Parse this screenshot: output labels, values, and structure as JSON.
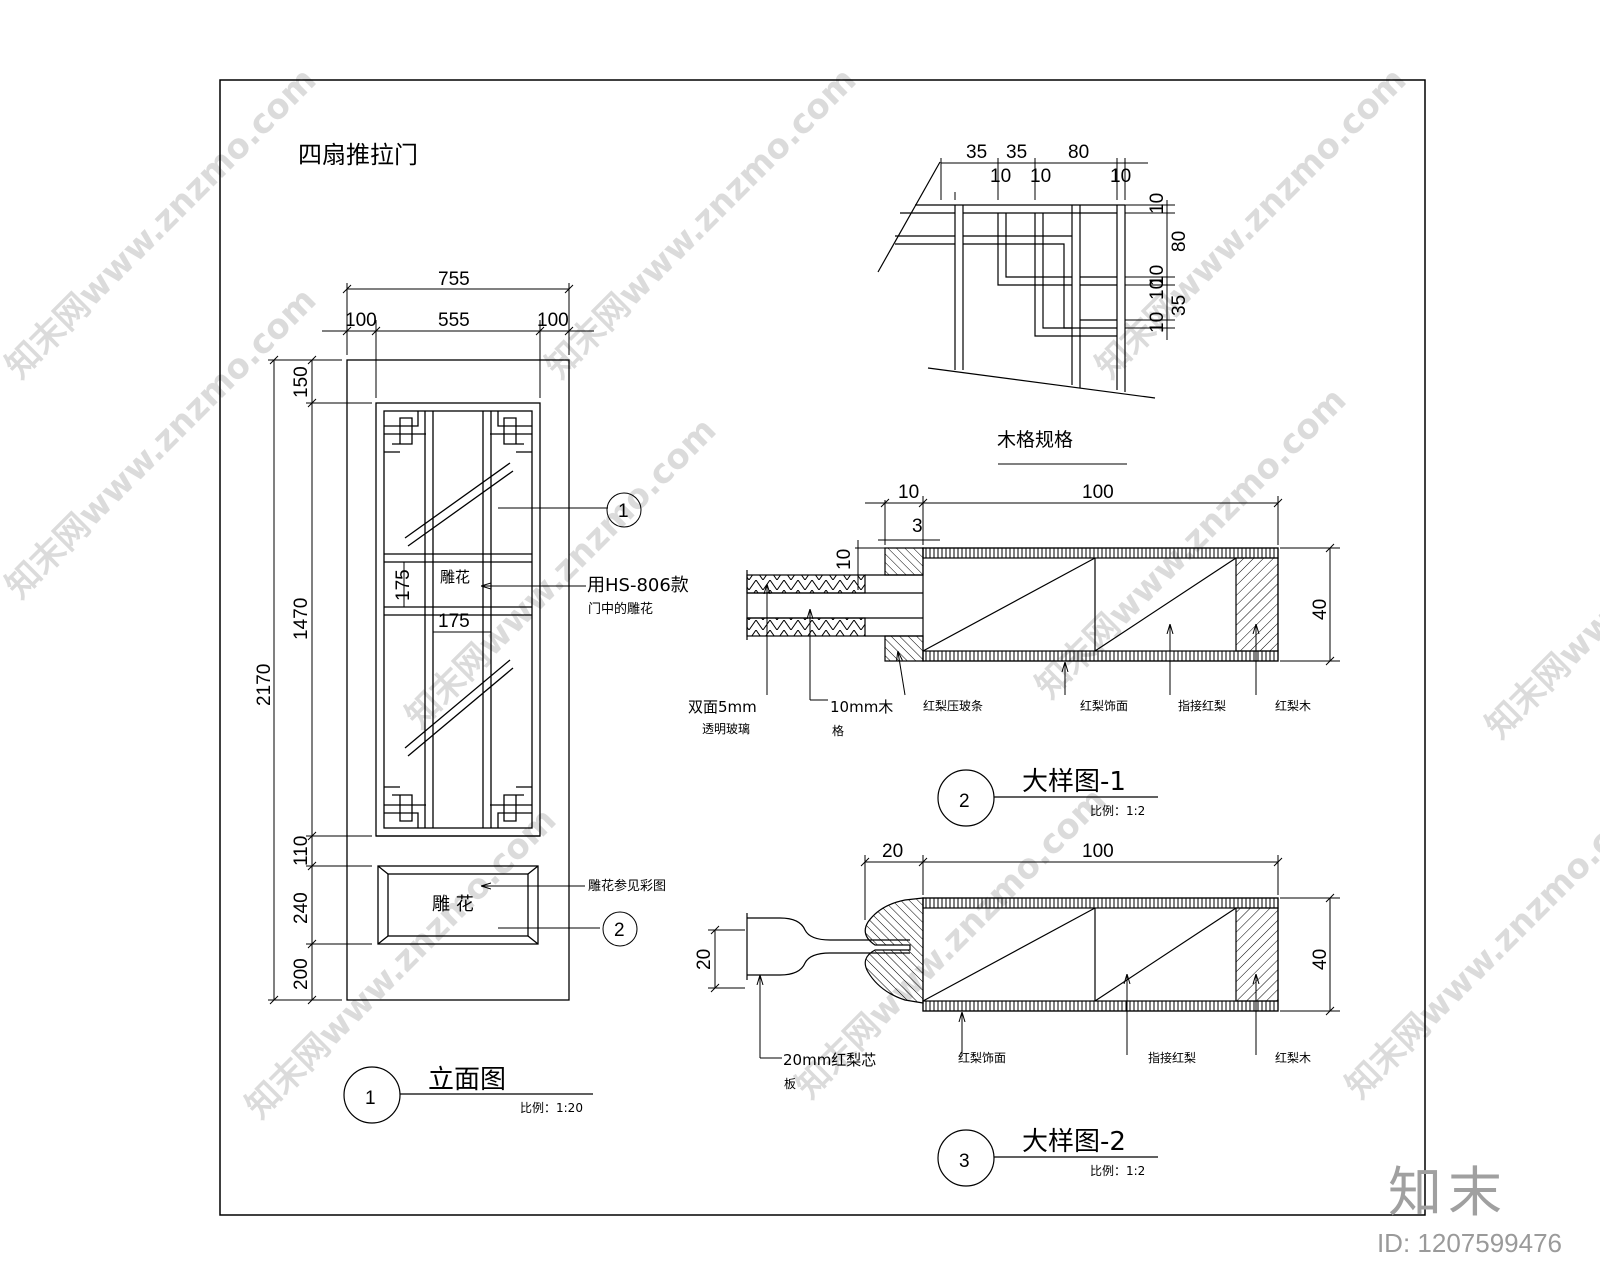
{
  "title": "四扇推拉门",
  "elevation": {
    "label": "立面图",
    "number": "1",
    "scale": "比例：1:20",
    "dims": {
      "total_width": "755",
      "stile_left": "100",
      "center_width": "555",
      "stile_right": "100",
      "total_height": "2170",
      "h_top": "150",
      "h_glass": "1470",
      "h_rail": "110",
      "h_panel": "240",
      "h_bottom": "200",
      "carve_h": "175",
      "carve_w": "175"
    },
    "carve_label": "雕花",
    "panel_label": "雕 花",
    "note_carving_line1": "用HS-806款",
    "note_carving_line2": "门中的雕花",
    "note_panel": "雕花参见彩图",
    "callout_1": "1",
    "callout_2": "2"
  },
  "lattice": {
    "label": "木格规格",
    "dims_top": [
      "35",
      "35",
      "80"
    ],
    "dims_top_small": [
      "10",
      "10",
      "10"
    ],
    "dims_right": [
      "10",
      "80",
      "10",
      "10",
      "35",
      "10"
    ]
  },
  "detail1": {
    "label": "大样图-1",
    "number": "2",
    "scale": "比例：1:2",
    "dims": {
      "d10": "10",
      "d100": "100",
      "d3": "3",
      "d10v": "10",
      "d40": "40"
    },
    "notes": {
      "glass_line1": "双面5mm",
      "glass_line2": "透明玻璃",
      "grid_line1": "10mm木",
      "grid_line2": "格",
      "bead": "红梨压玻条",
      "veneer": "红梨饰面",
      "finger": "指接红梨",
      "wood": "红梨木"
    }
  },
  "detail2": {
    "label": "大样图-2",
    "number": "3",
    "scale": "比例：1:2",
    "dims": {
      "d20": "20",
      "d100": "100",
      "d20v": "20",
      "d40": "40"
    },
    "notes": {
      "core_line1": "20mm红梨芯",
      "core_line2": "板",
      "veneer": "红梨饰面",
      "finger": "指接红梨",
      "wood": "红梨木"
    }
  },
  "watermark": {
    "text": "知末网www.znzmo.com",
    "brand": "知末",
    "id": "ID: 1207599476"
  }
}
